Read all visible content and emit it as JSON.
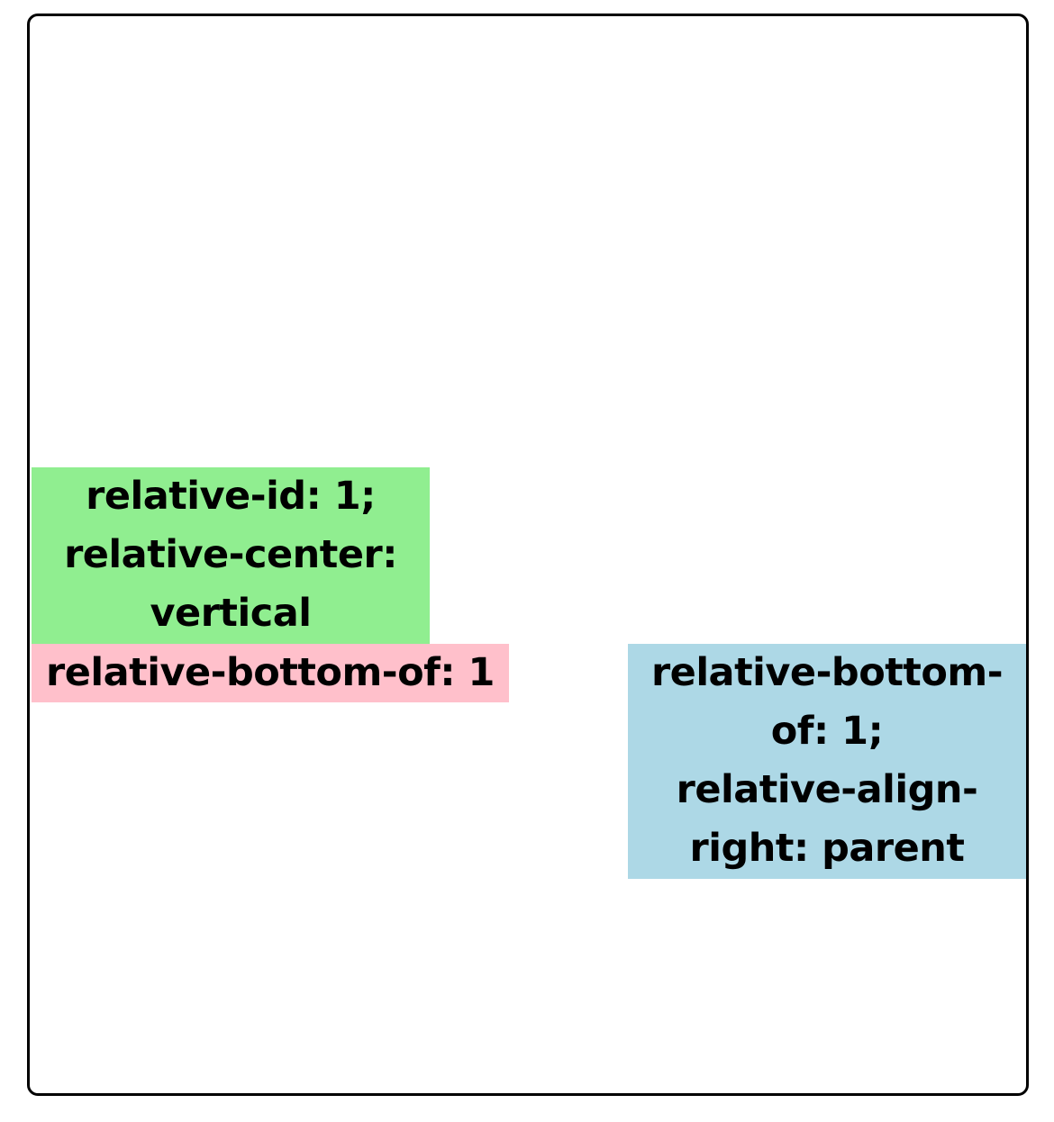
{
  "boxes": {
    "green": {
      "lines": [
        "relative-id: 1;",
        "relative-center:",
        "vertical"
      ],
      "color": "#90ee90"
    },
    "pink": {
      "lines": [
        "relative-bottom-of: 1"
      ],
      "color": "#ffc0cb"
    },
    "blue": {
      "lines": [
        "relative-bottom-",
        "of: 1;",
        "relative-align-",
        "right: parent"
      ],
      "color": "#add8e6"
    }
  }
}
